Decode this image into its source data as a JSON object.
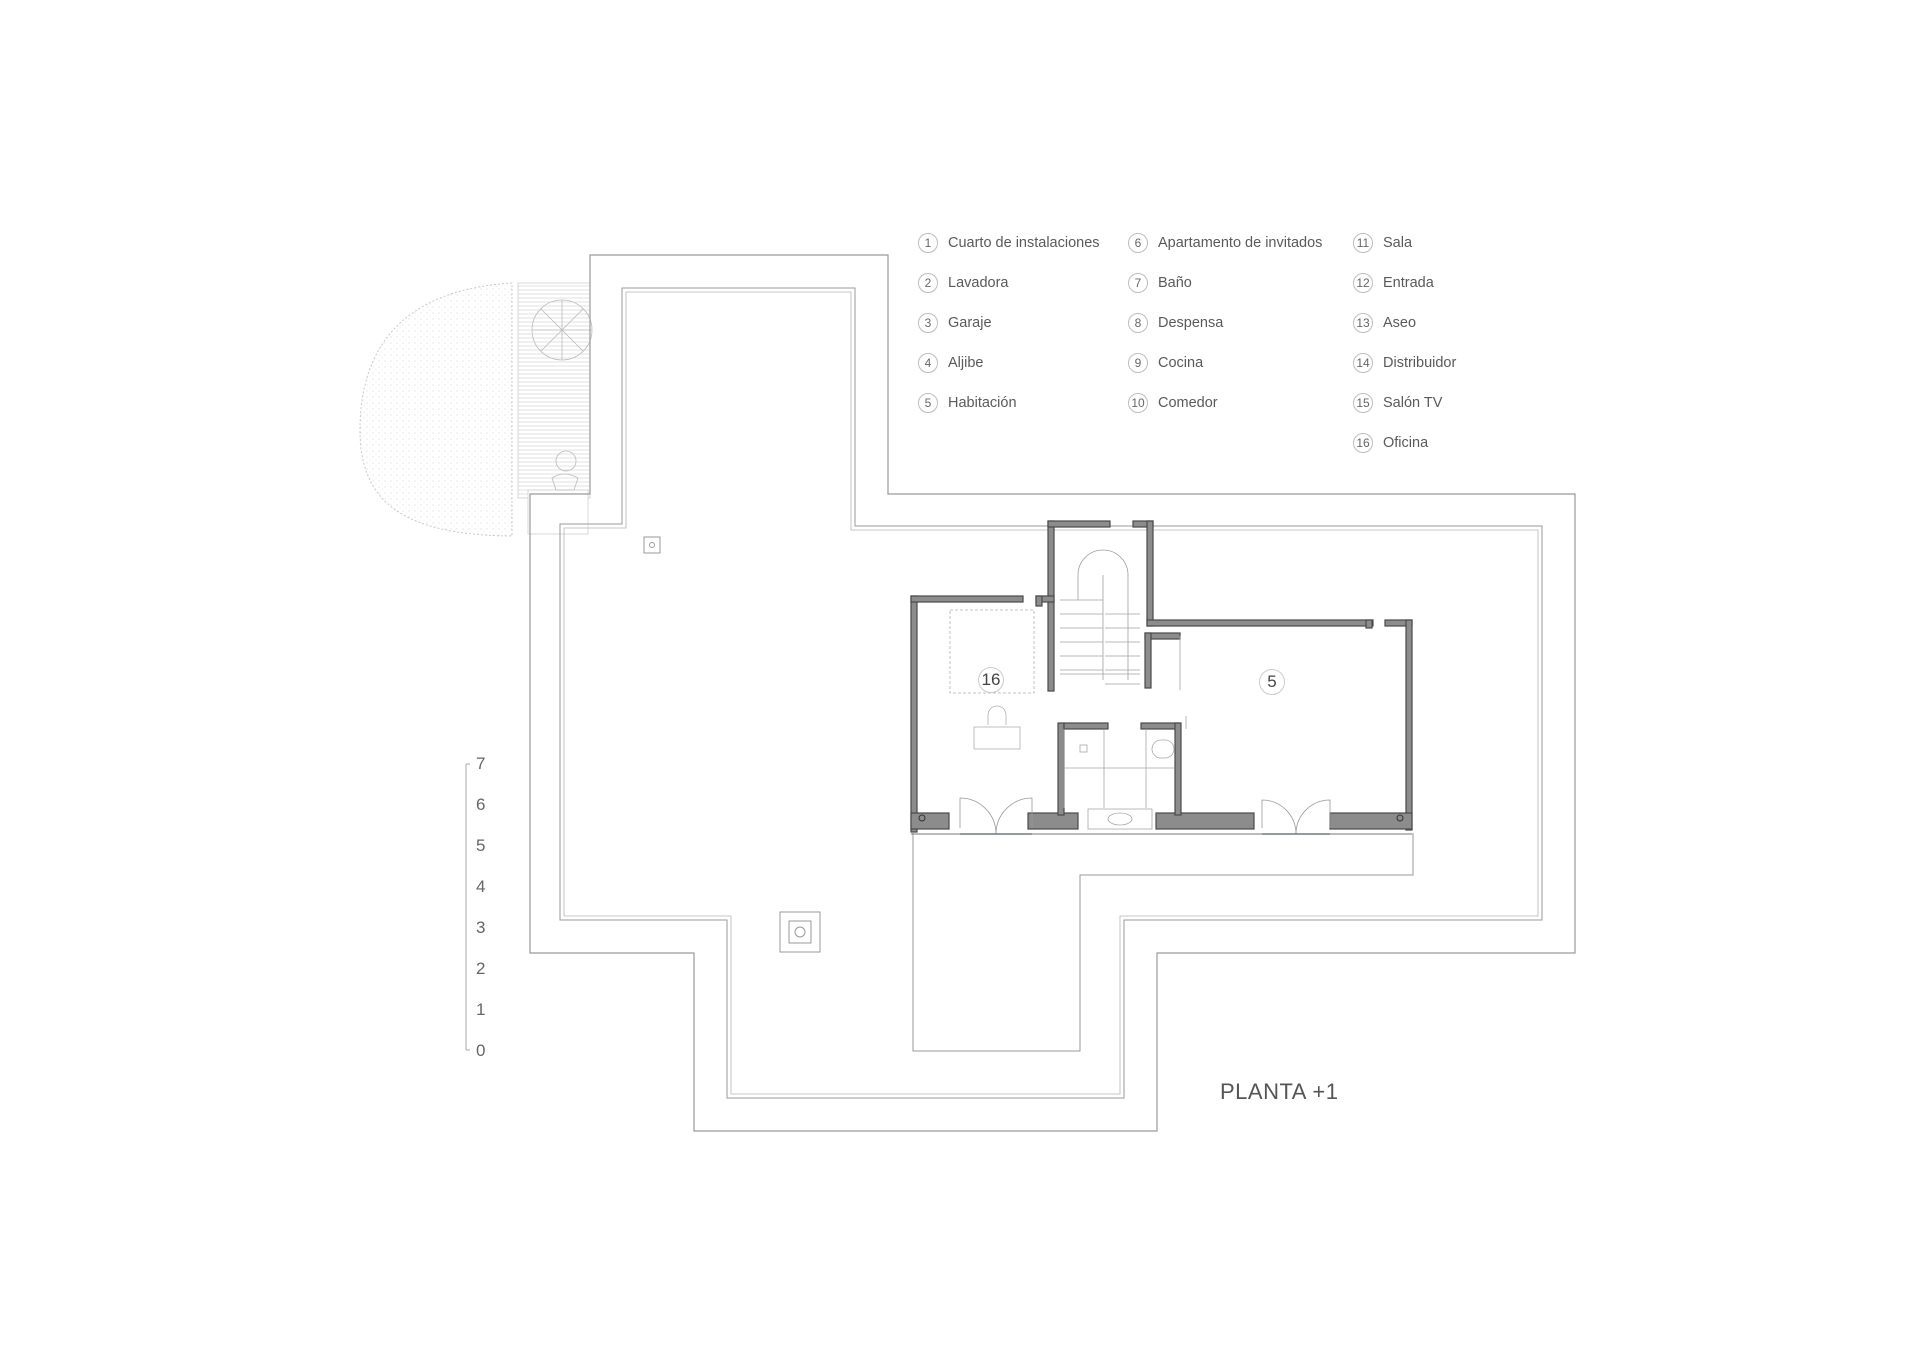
{
  "plan": {
    "title": "PLANTA +1",
    "rooms": [
      {
        "id": "room-16",
        "number": "16"
      },
      {
        "id": "room-5",
        "number": "5"
      }
    ]
  },
  "legend": {
    "columns": [
      [
        {
          "number": "1",
          "label": "Cuarto de instalaciones"
        },
        {
          "number": "2",
          "label": "Lavadora"
        },
        {
          "number": "3",
          "label": "Garaje"
        },
        {
          "number": "4",
          "label": "Aljibe"
        },
        {
          "number": "5",
          "label": "Habitación"
        }
      ],
      [
        {
          "number": "6",
          "label": "Apartamento de invitados"
        },
        {
          "number": "7",
          "label": "Baño"
        },
        {
          "number": "8",
          "label": "Despensa"
        },
        {
          "number": "9",
          "label": "Cocina"
        },
        {
          "number": "10",
          "label": "Comedor"
        }
      ],
      [
        {
          "number": "11",
          "label": "Sala"
        },
        {
          "number": "12",
          "label": "Entrada"
        },
        {
          "number": "13",
          "label": "Aseo"
        },
        {
          "number": "14",
          "label": "Distribuidor"
        },
        {
          "number": "15",
          "label": "Salón TV"
        },
        {
          "number": "16",
          "label": "Oficina"
        }
      ]
    ]
  },
  "scale_bar": {
    "labels": [
      "7",
      "6",
      "5",
      "4",
      "3",
      "2",
      "1",
      "0"
    ]
  },
  "colors": {
    "line": "#9a9a9a",
    "wall": "#555555",
    "wall_fill": "#8a8a8a",
    "terrain": "#b8b8b8"
  }
}
